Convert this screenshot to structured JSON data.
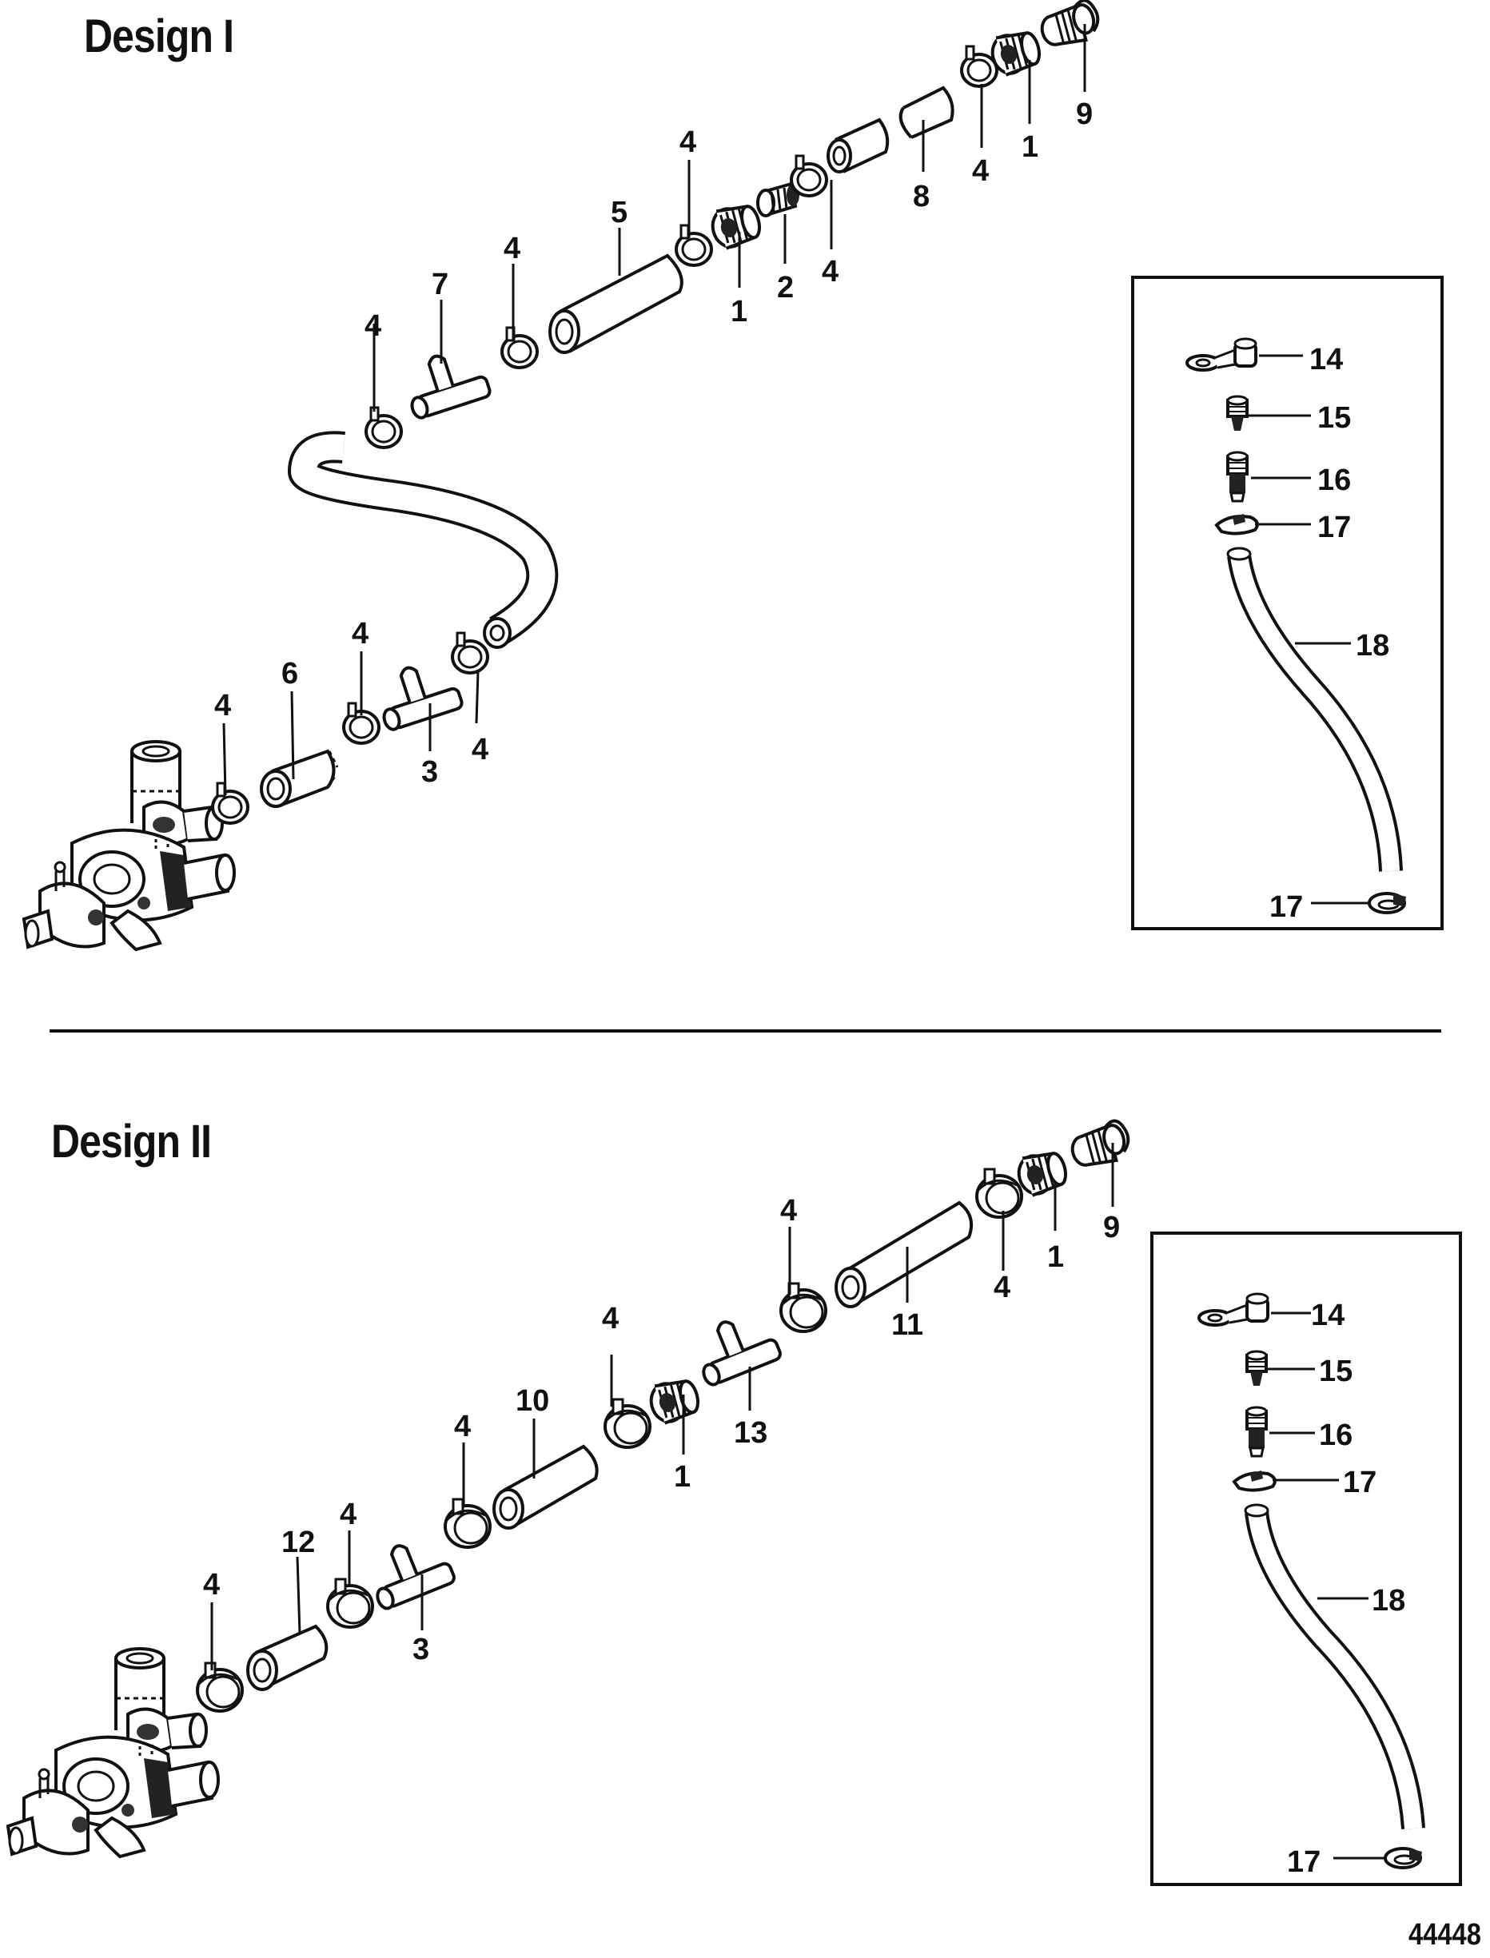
{
  "design1": {
    "title": "Design I",
    "callouts": {
      "c1a": "1",
      "c1b": "1",
      "c2": "2",
      "c3": "3",
      "c4a": "4",
      "c4b": "4",
      "c4c": "4",
      "c4d": "4",
      "c4e": "4",
      "c4f": "4",
      "c4g": "4",
      "c4h": "4",
      "c5": "5",
      "c6": "6",
      "c7": "7",
      "c8": "8",
      "c9": "9"
    },
    "inset": {
      "c14": "14",
      "c15": "15",
      "c16": "16",
      "c17a": "17",
      "c18": "18",
      "c17b": "17"
    }
  },
  "design2": {
    "title": "Design II",
    "callouts": {
      "c1a": "1",
      "c1b": "1",
      "c3": "3",
      "c4a": "4",
      "c4b": "4",
      "c4c": "4",
      "c4d": "4",
      "c4e": "4",
      "c4f": "4",
      "c9": "9",
      "c10": "10",
      "c11": "11",
      "c12": "12",
      "c13": "13"
    },
    "inset": {
      "c14": "14",
      "c15": "15",
      "c16": "16",
      "c17a": "17",
      "c18": "18",
      "c17b": "17"
    }
  },
  "figure_number": "44448"
}
